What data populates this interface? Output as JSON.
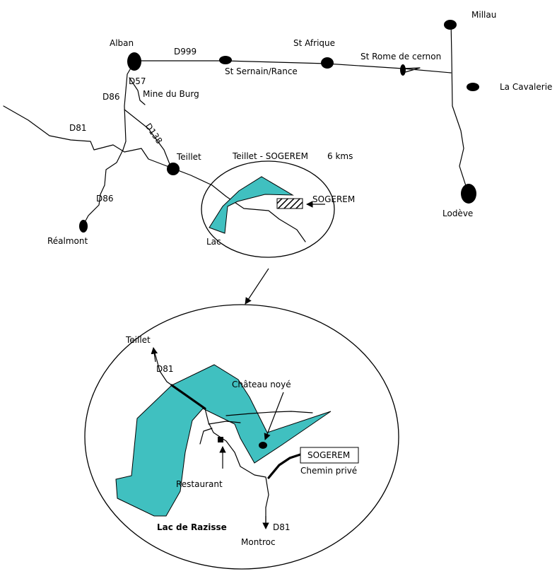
{
  "colors": {
    "lake": "#40c0c0",
    "road": "#000000",
    "background": "#ffffff"
  },
  "overview": {
    "towns": {
      "alban": "Alban",
      "millau": "Millau",
      "st_afrique": "St Afrique",
      "st_sernain": "St Sernain/Rance",
      "st_rome": "St Rome de cernon",
      "la_cavalerie": "La Cavalerie",
      "lodeve": "Lodève",
      "teillet": "Teillet",
      "realmont": "Réalmont",
      "mine_du_burg": "Mine du Burg"
    },
    "roads": {
      "d999": "D999",
      "d57": "D57",
      "d86_north": "D86",
      "d81": "D81",
      "d138": "D138",
      "d86_south": "D86"
    }
  },
  "inset_small": {
    "title": "Teillet - SOGEREM",
    "distance": "6 kms",
    "sogerem": "SOGEREM",
    "lac": "Lac"
  },
  "inset_large": {
    "teillet": "Teillet",
    "d81_top": "D81",
    "chateau": "Château noyé",
    "sogerem": "SOGEREM",
    "chemin": "Chemin privé",
    "restaurant": "Restaurant",
    "lake_name": "Lac de Razisse",
    "d81_bottom": "D81",
    "montroc": "Montroc"
  }
}
